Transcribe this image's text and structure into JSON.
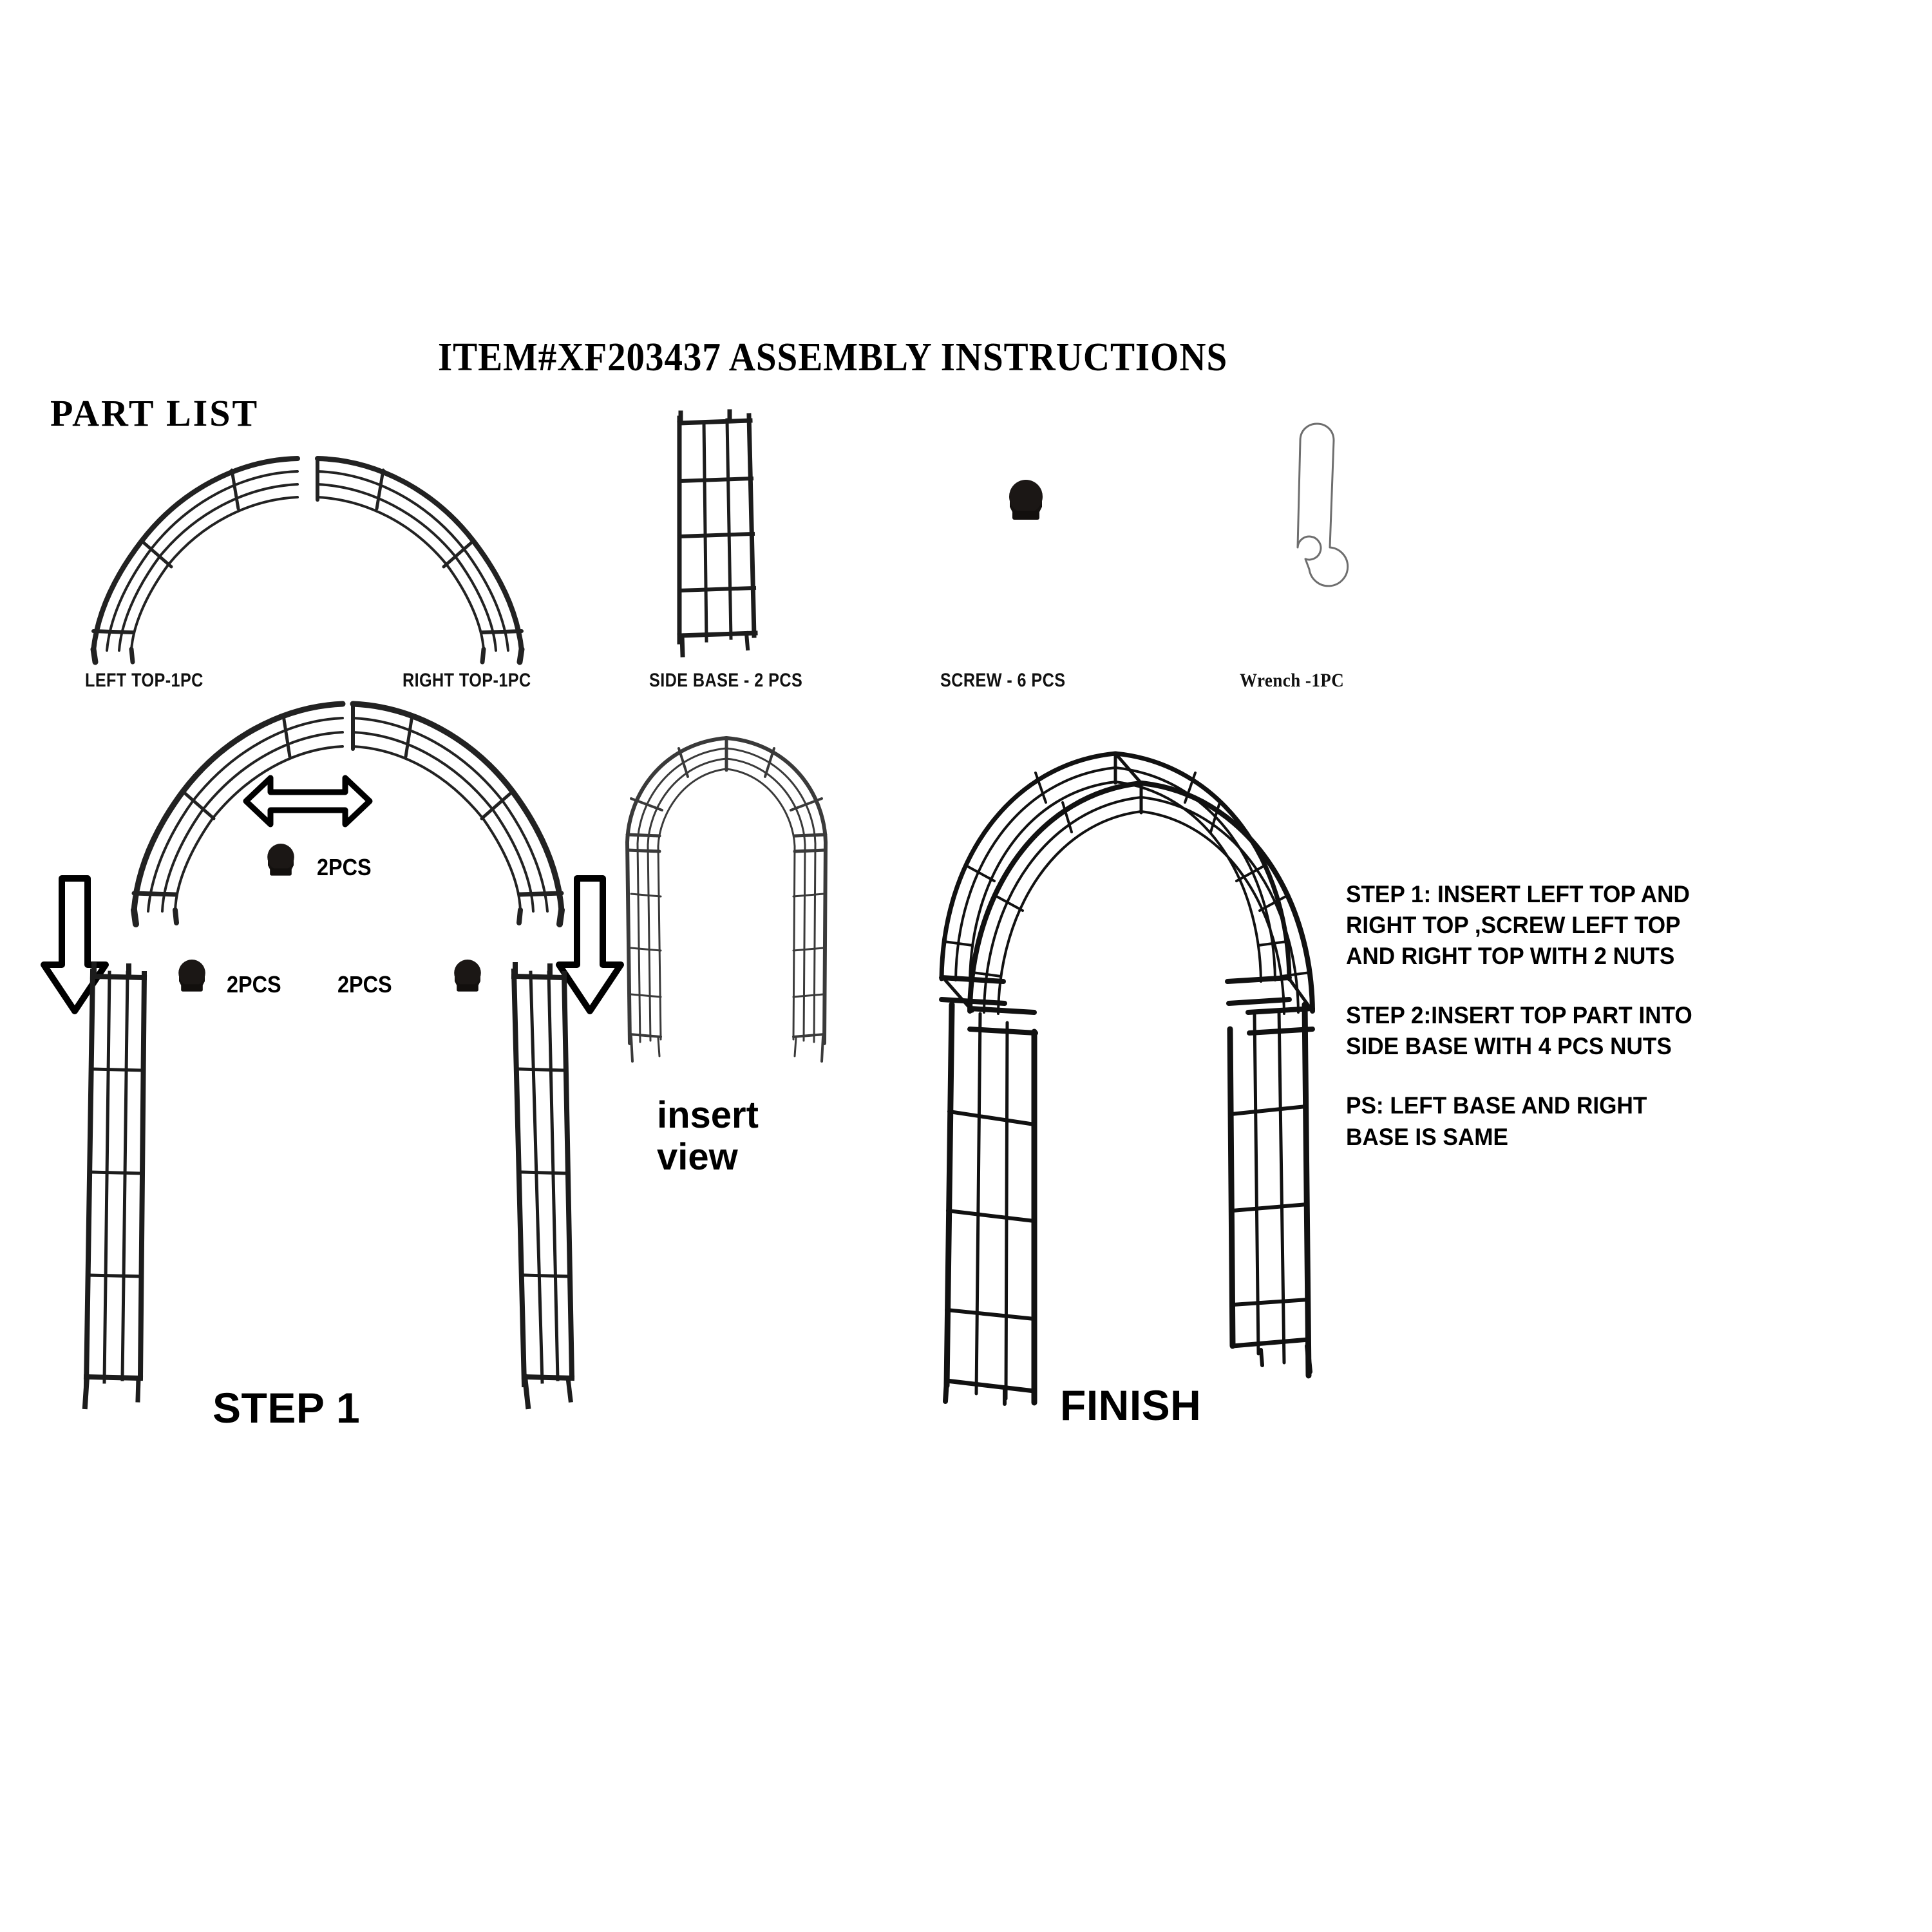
{
  "document": {
    "title": "ITEM#XF203437 ASSEMBLY INSTRUCTIONS",
    "part_list_heading": "PART LIST"
  },
  "part_list": {
    "items": [
      {
        "label": "LEFT TOP-1PC",
        "icon": "arch-half-left-icon"
      },
      {
        "label": "RIGHT TOP-1PC",
        "icon": "arch-half-right-icon"
      },
      {
        "label": "SIDE BASE - 2 PCS",
        "icon": "side-base-panel-icon"
      },
      {
        "label": "SCREW - 6 PCS",
        "icon": "cap-nut-icon"
      },
      {
        "label": "Wrench -1PC",
        "icon": "wrench-icon"
      }
    ]
  },
  "step1_diagram": {
    "caption": "STEP 1",
    "quantity_labels": [
      "2PCS",
      "2PCS",
      "2PCS"
    ],
    "arrows": {
      "horizontal": "double-headed-arrow-icon",
      "left_down": "down-arrow-icon",
      "right_down": "down-arrow-icon"
    }
  },
  "insert_view": {
    "caption_line1": "insert",
    "caption_line2": "view"
  },
  "finish_diagram": {
    "caption": "FINISH"
  },
  "instructions": {
    "step1": "STEP 1: INSERT LEFT TOP AND RIGHT TOP ,SCREW LEFT TOP AND RIGHT TOP WITH 2 NUTS",
    "step2": " STEP 2:INSERT TOP PART INTO SIDE BASE WITH 4 PCS NUTS",
    "ps": "PS: LEFT BASE AND RIGHT BASE IS SAME"
  },
  "colors": {
    "ink": "#1a1a1a",
    "line": "#2b2b2b",
    "light_line": "#555555",
    "background": "#ffffff"
  }
}
